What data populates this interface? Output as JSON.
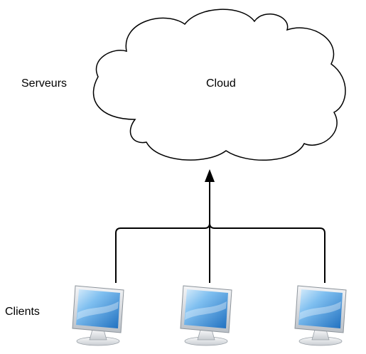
{
  "labels": {
    "servers": "Serveurs",
    "cloud": "Cloud",
    "clients": "Clients"
  },
  "nodes": {
    "cloud": {
      "shape": "cloud",
      "fill": "#ffffff",
      "stroke": "#000000"
    },
    "clients": [
      {
        "icon": "monitor-icon"
      },
      {
        "icon": "monitor-icon"
      },
      {
        "icon": "monitor-icon"
      }
    ]
  },
  "edges": [
    {
      "from": "clients",
      "to": "cloud",
      "arrow": "up"
    }
  ],
  "colors": {
    "line": "#000000",
    "screen_blue": "#3c8fd6",
    "screen_light": "#bfe0f7",
    "bezel": "#d9dde2",
    "stand": "#e6e8eb"
  }
}
